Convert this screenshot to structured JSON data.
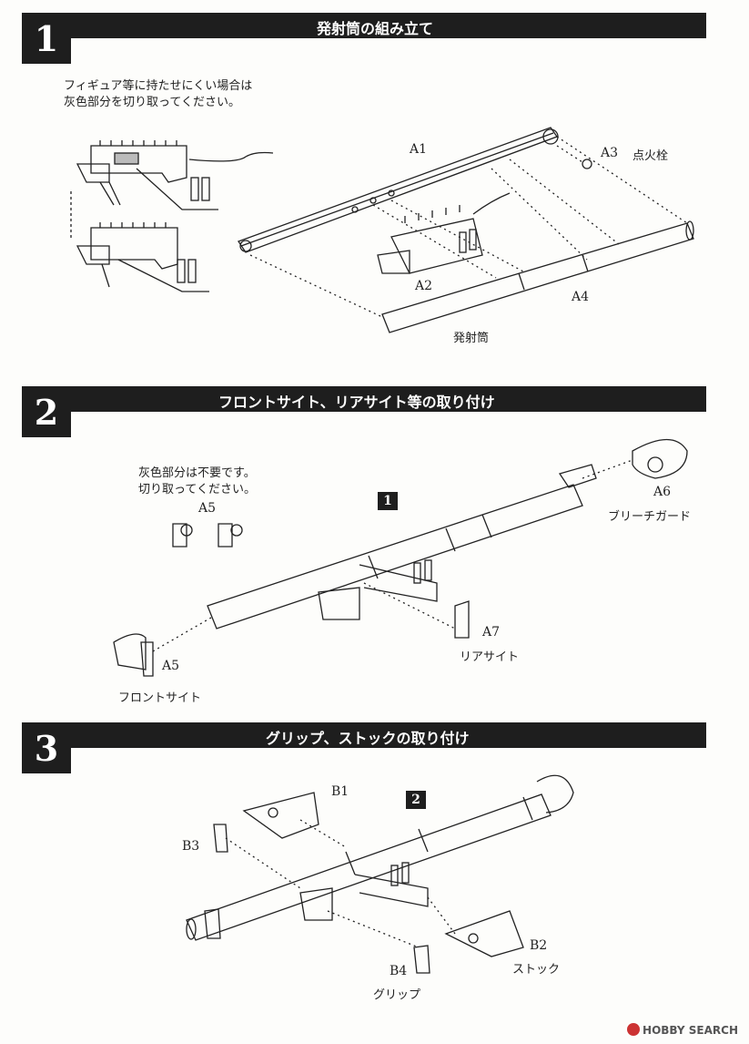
{
  "steps": [
    {
      "number": "1",
      "title": "発射筒の組み立て"
    },
    {
      "number": "2",
      "title": "フロントサイト、リアサイト等の取り付け"
    },
    {
      "number": "3",
      "title": "グリップ、ストックの取り付け"
    }
  ],
  "step1": {
    "note_line1": "フィギュア等に持たせにくい場合は",
    "note_line2": "灰色部分を切り取ってください。",
    "labels": {
      "a1": "A1",
      "a2": "A2",
      "a3": "A3",
      "a3_name": "点火栓",
      "a4": "A4",
      "tube_name": "発射筒"
    }
  },
  "step2": {
    "note_line1": "灰色部分は不要です。",
    "note_line2": "切り取ってください。",
    "ref_badge": "1",
    "labels": {
      "a5_top": "A5",
      "a5": "A5",
      "a5_name": "フロントサイト",
      "a6": "A6",
      "a6_name": "ブリーチガード",
      "a7": "A7",
      "a7_name": "リアサイト"
    }
  },
  "step3": {
    "ref_badge": "2",
    "labels": {
      "b1": "B1",
      "b2": "B2",
      "b2_name": "ストック",
      "b3": "B3",
      "b4": "B4",
      "b4_name": "グリップ"
    }
  },
  "watermark": "HOBBY SEARCH",
  "colors": {
    "bar": "#1e1e1e",
    "paper": "#fdfdfb",
    "ink": "#222222"
  }
}
